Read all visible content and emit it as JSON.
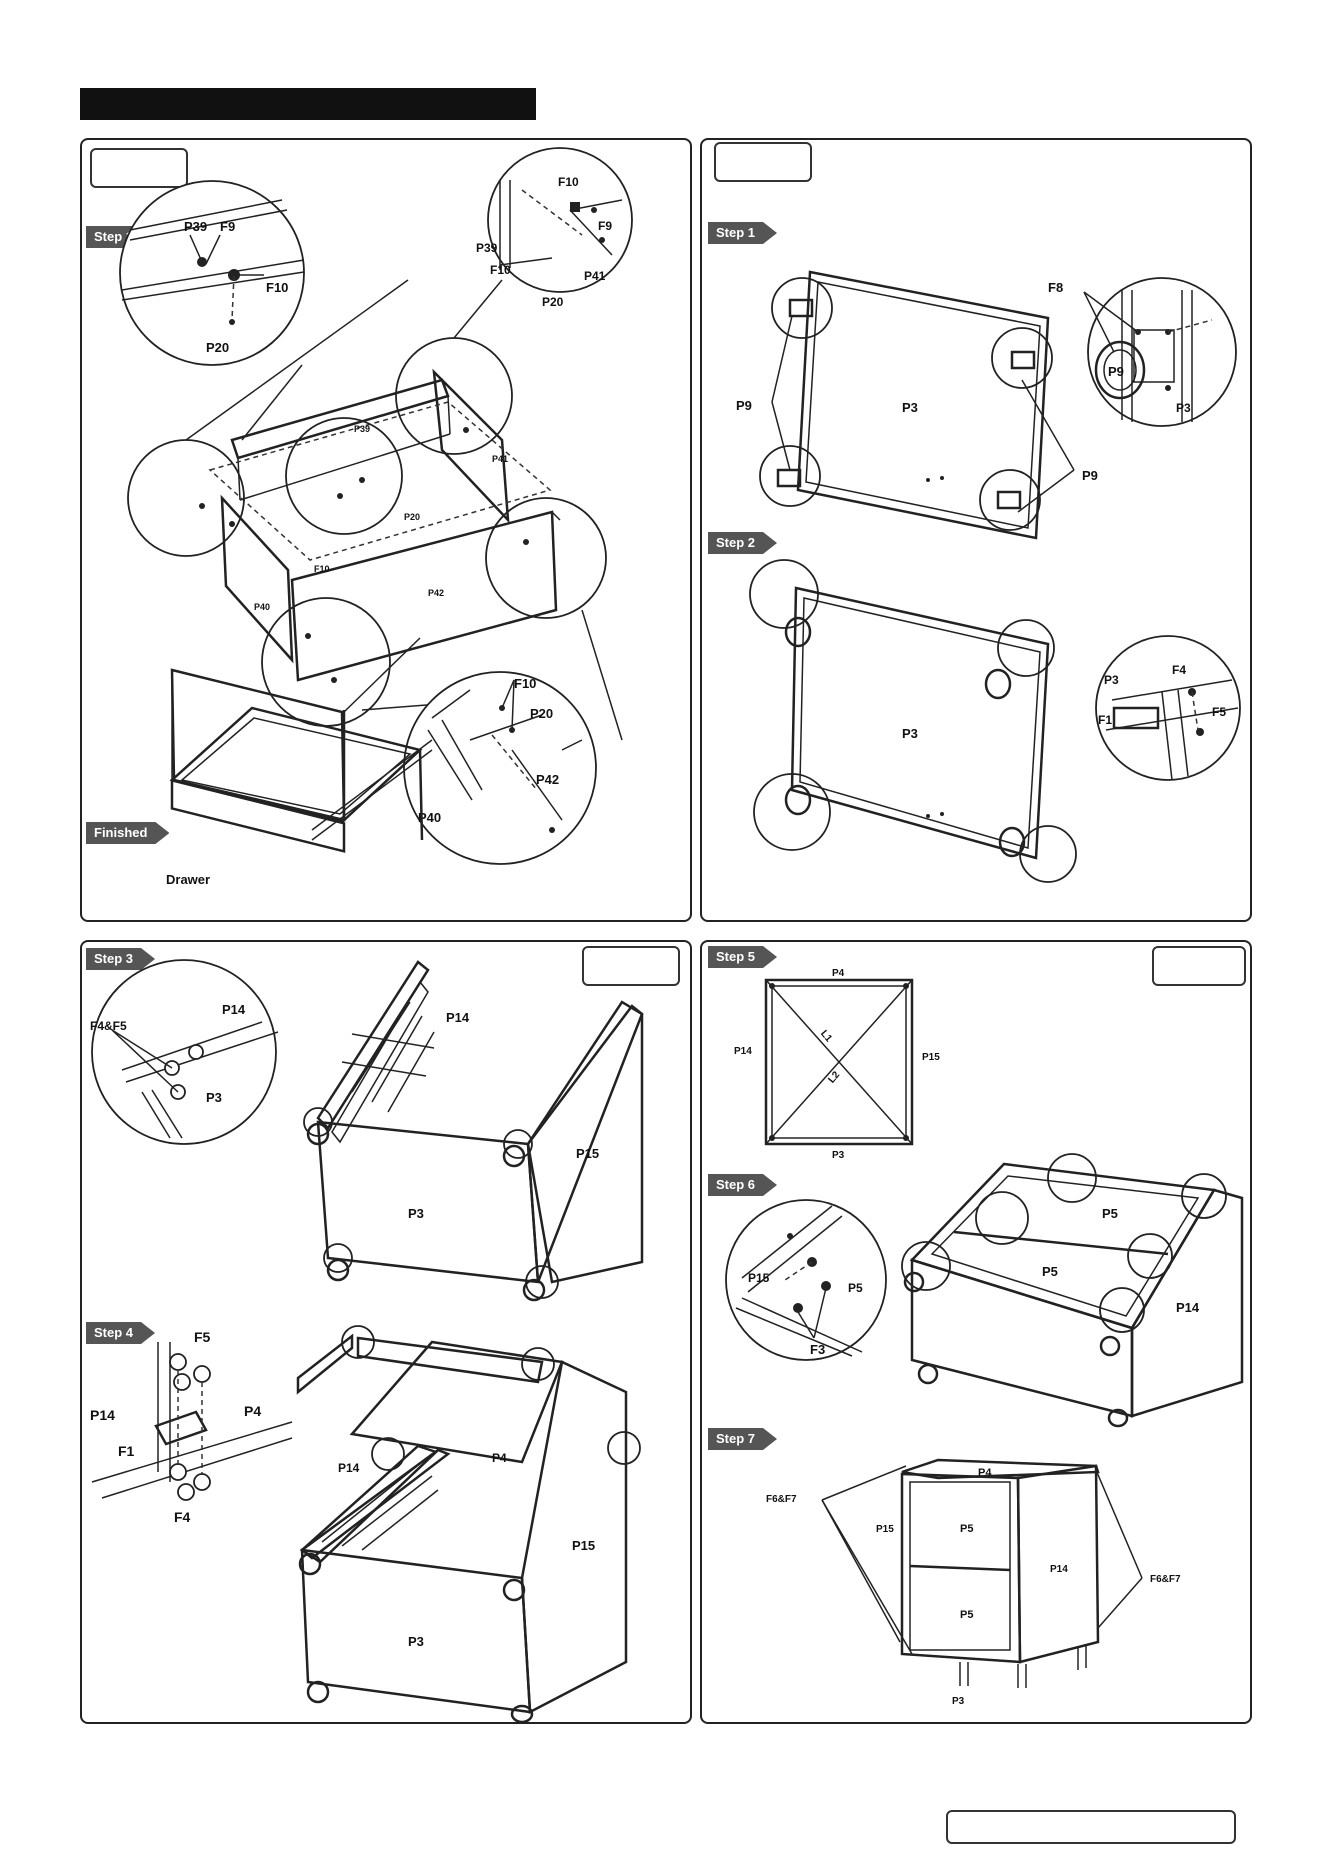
{
  "steps": {
    "step1": "Step 1",
    "step2": "Step 2",
    "step3": "Step 3",
    "step4": "Step 4",
    "step5": "Step 5",
    "step6": "Step 6",
    "step7": "Step 7",
    "finished": "Finished"
  },
  "drawer": {
    "labels": {
      "p39": "P39",
      "f9": "F9",
      "f10": "F10",
      "p20": "P20",
      "p41": "P41",
      "p42": "P42",
      "p40": "P40",
      "drawer": "Drawer"
    }
  },
  "frame": {
    "labels": {
      "f8": "F8",
      "p9": "P9",
      "p3": "P3",
      "f4": "F4",
      "f5": "F5",
      "f1": "F1"
    }
  },
  "cabinet": {
    "labels": {
      "p14": "P14",
      "p15": "P15",
      "p3": "P3",
      "p4": "P4",
      "p5": "P5",
      "f4f5": "F4&F5",
      "f5": "F5",
      "f4": "F4",
      "f1": "F1",
      "f3": "F3",
      "f6f7": "F6&F7",
      "l1": "L1",
      "l2": "L2"
    }
  }
}
